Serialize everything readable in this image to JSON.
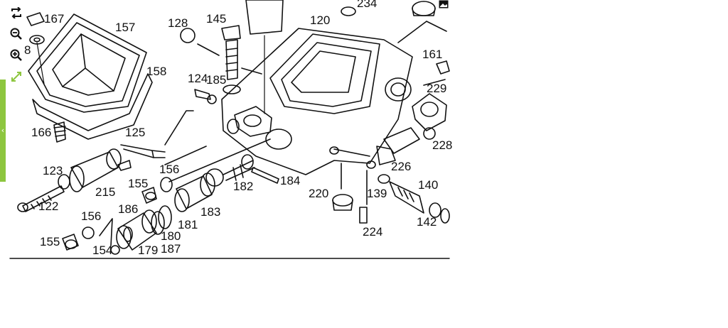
{
  "viewer": {
    "toolbar": [
      {
        "name": "rotate",
        "icon": "rotate-icon"
      },
      {
        "name": "zoom-out",
        "icon": "zoom-out-icon"
      },
      {
        "name": "zoom-in",
        "icon": "zoom-in-icon"
      },
      {
        "name": "fit",
        "icon": "expand-icon"
      }
    ],
    "accent_color": "#8dc63f"
  },
  "diagram": {
    "callouts": [
      "167",
      "157",
      "8",
      "158",
      "166",
      "125",
      "123",
      "215",
      "122",
      "128",
      "145",
      "124",
      "185",
      "156",
      "155",
      "186",
      "156",
      "155",
      "154",
      "179",
      "187",
      "180",
      "181",
      "183",
      "182",
      "184",
      "120",
      "234",
      "161",
      "229",
      "228",
      "226",
      "220",
      "139",
      "140",
      "142",
      "224"
    ]
  }
}
